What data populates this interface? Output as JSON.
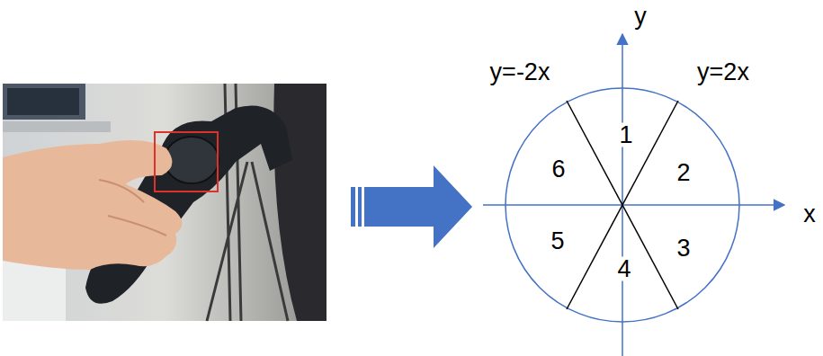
{
  "diagram": {
    "labels": [
      "y",
      "y=-2x",
      "y=2x",
      "1",
      "6",
      "2",
      "x",
      "5",
      "3",
      "4"
    ]
  }
}
